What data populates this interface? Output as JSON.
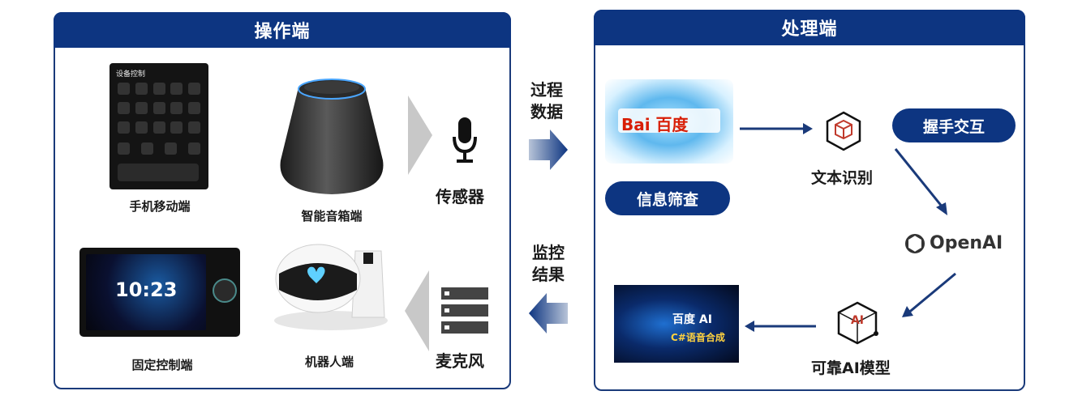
{
  "left_panel": {
    "title": "操作端"
  },
  "right_panel": {
    "title": "处理端"
  },
  "operation": {
    "phone_label": "手机移动端",
    "phone_screen_title": "设备控制",
    "speaker_label": "智能音箱端",
    "fixed_label": "固定控制端",
    "robot_label": "机器人端",
    "clock_time": "10:23",
    "sensor_label": "传感器",
    "mic_label": "麦克风"
  },
  "flows": {
    "to_processing": "过程\n数据",
    "to_operation": "监控\n结果"
  },
  "processing": {
    "baidu_logo": "Bai 百度",
    "filter_pill": "信息筛查",
    "text_recog_label": "文本识别",
    "handshake_pill": "握手交互",
    "openai_label": "OpenAI",
    "ai_model_label": "可靠AI模型",
    "ai_icon_text": "AI",
    "tts_title": "百度 AI",
    "tts_sub": "C#语音合成"
  },
  "colors": {
    "navy": "#0d3581",
    "arrow_gray": "#c8c8c8"
  }
}
